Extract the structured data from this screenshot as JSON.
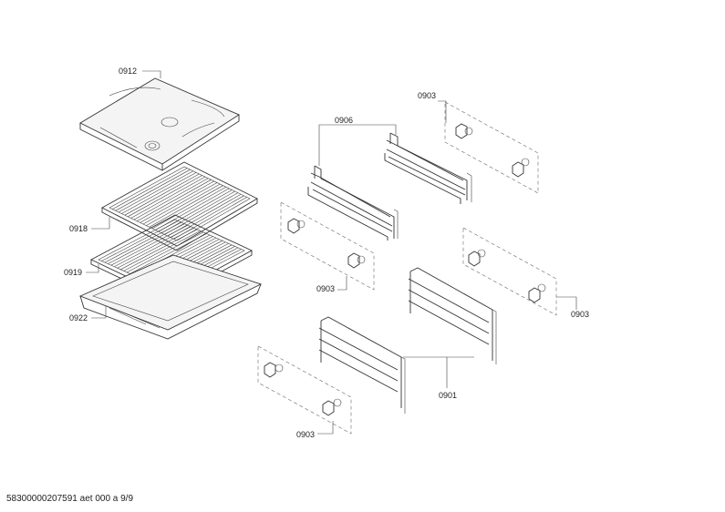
{
  "labels": {
    "p0912": "0912",
    "p0918": "0918",
    "p0919": "0919",
    "p0922": "0922",
    "p0906": "0906",
    "p0903_top": "0903",
    "p0903_mid_left": "0903",
    "p0903_mid_right": "0903",
    "p0903_bottom": "0903",
    "p0901": "0901"
  },
  "footer": {
    "code": "58300000207591 aet 000 a 9/9"
  }
}
